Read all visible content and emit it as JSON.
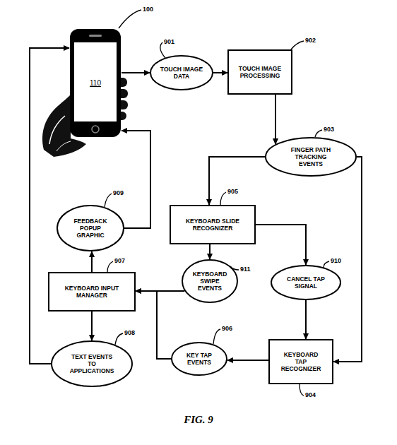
{
  "diagram": {
    "caption": "FIG. 9",
    "nodes": [
      {
        "text": [
          "110"
        ]
      },
      {
        "text": [
          "TOUCH IMAGE DATA"
        ]
      },
      {
        "text": [
          "TOUCH IMAGE PROCESSING"
        ]
      },
      {
        "text": [
          "FINGER PATH TRACKING EVENTS"
        ]
      },
      {
        "text": [
          "KEYBOARD SLIDE RECOGNIZER"
        ]
      },
      {
        "text": [
          "FEEDBACK POPUP GRAPHIC"
        ]
      },
      {
        "text": [
          "KEYBOARD INPUT MANAGER"
        ]
      },
      {
        "text": [
          "KEYBOARD SWIPE EVENTS"
        ]
      },
      {
        "text": [
          "CANCEL TAP SIGNAL"
        ]
      },
      {
        "text": [
          "TEXT EVENTS TO APPLICATIONS"
        ]
      },
      {
        "text": [
          "KEY TAP EVENTS"
        ]
      },
      {
        "text": [
          "KEYBOARD TAP RECOGNIZER"
        ]
      }
    ],
    "edges": [
      {
        "from": 0,
        "to": 1,
        "arrow": "to"
      },
      {
        "from": 1,
        "to": 2,
        "arrow": "to"
      },
      {
        "from": 2,
        "to": 3,
        "arrow": "to"
      },
      {
        "from": 3,
        "to": 4,
        "arrow": "to"
      },
      {
        "from": 3,
        "to": 11,
        "arrow": "to"
      },
      {
        "from": 4,
        "to": 7,
        "arrow": "to"
      },
      {
        "from": 4,
        "to": 8,
        "arrow": "to"
      },
      {
        "from": 8,
        "to": 11,
        "arrow": "to"
      },
      {
        "from": 11,
        "to": 10,
        "arrow": "to"
      },
      {
        "from": 10,
        "to": 6,
        "arrow": "to"
      },
      {
        "from": 7,
        "to": 6,
        "arrow": "to"
      },
      {
        "from": 6,
        "to": 9,
        "arrow": "to"
      },
      {
        "from": 6,
        "to": 5,
        "arrow": "to"
      },
      {
        "from": 5,
        "to": 0,
        "arrow": "to"
      },
      {
        "from": 9,
        "to": 0,
        "arrow": "to"
      }
    ],
    "labels": [
      "100",
      "901",
      "902",
      "903",
      "905",
      "909",
      "907",
      "911",
      "910",
      "908",
      "906",
      "904"
    ]
  }
}
